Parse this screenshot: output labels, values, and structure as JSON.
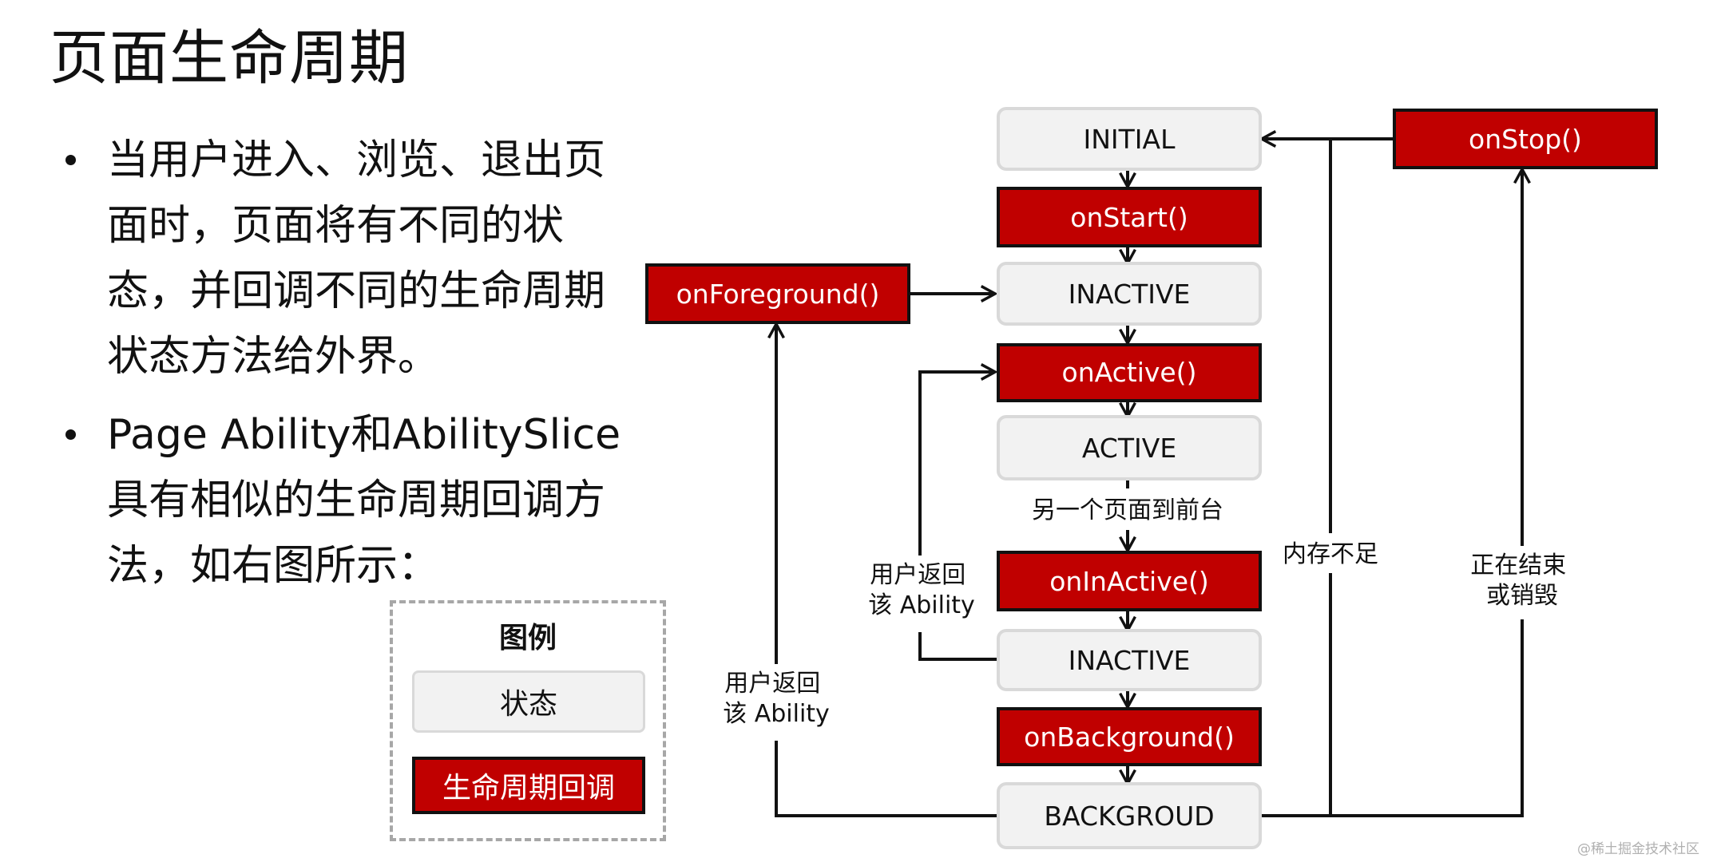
{
  "title": "页面生命周期",
  "bullets": [
    "当用户进入、浏览、退出页面时，页面将有不同的状态，并回调不同的生命周期状态方法给外界。",
    "Page Ability和AbilitySlice具有相似的生命周期回调方法，如右图所示："
  ],
  "legend": {
    "title": "图例",
    "state_label": "状态",
    "callback_label": "生命周期回调"
  },
  "nodes": {
    "initial": "INITIAL",
    "on_start": "onStart()",
    "inactive_top": "INACTIVE",
    "on_active": "onActive()",
    "active": "ACTIVE",
    "on_inactive": "onInActive()",
    "inactive_bottom": "INACTIVE",
    "on_background": "onBackground()",
    "background": "BACKGROUD",
    "on_foreground": "onForeground()",
    "on_stop": "onStop()"
  },
  "edge_labels": {
    "another_page": "另一个页面到前台",
    "user_return_ability_1": [
      "用户返回",
      "该 Ability"
    ],
    "user_return_ability_2": [
      "用户返回",
      "该 Ability"
    ],
    "low_memory": "内存不足",
    "finishing": [
      "正在结束",
      "或销毁"
    ]
  },
  "colors": {
    "callback_fill": "#c00000",
    "state_fill": "#f2f2f2",
    "state_border": "#d9d9d9",
    "line": "#111111"
  },
  "watermark": "@稀土掘金技术社区"
}
